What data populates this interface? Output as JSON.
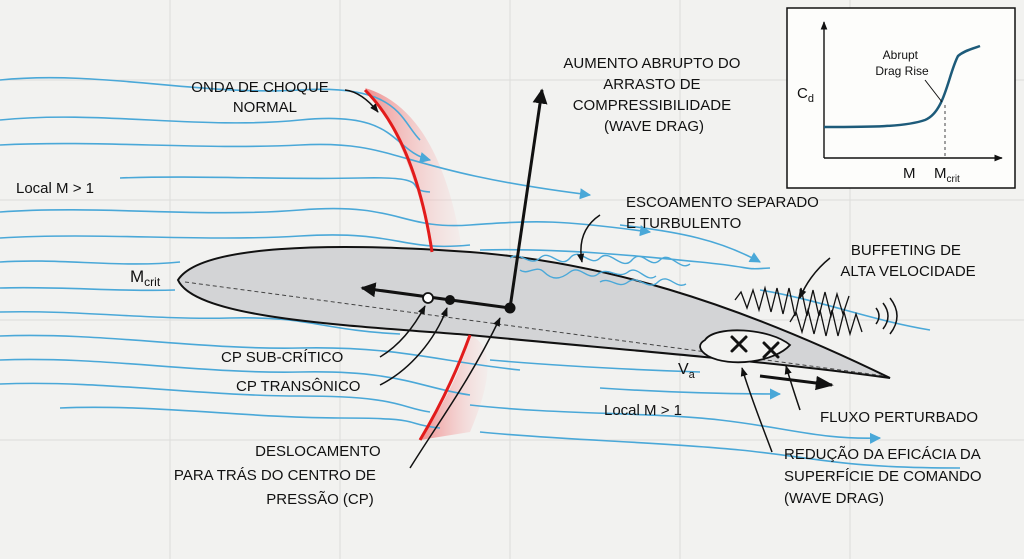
{
  "labels": {
    "shock_wave": [
      "ONDA DE CHOQUE",
      "NORMAL"
    ],
    "wave_drag": [
      "AUMENTO ABRUPTO DO",
      "ARRASTO DE",
      "COMPRESSIBILIDADE",
      "(WAVE DRAG)"
    ],
    "local_m_top": "Local M > 1",
    "local_m_bottom": "Local M > 1",
    "separated_flow": [
      "ESCOAMENTO SEPARADO",
      "E TURBULENTO"
    ],
    "buffeting": [
      "BUFFETING DE",
      "ALTA VELOCIDADE"
    ],
    "mcrit_main": "M",
    "mcrit_sub": "crit",
    "cp_subcritical": "CP SUB-CRÍTICO",
    "cp_transonic": "CP TRANSÔNICO",
    "cp_shift": [
      "DESLOCAMENTO",
      "PARA TRÁS DO CENTRO DE",
      "PRESSÃO (CP)"
    ],
    "va_main": "V",
    "va_sub": "a",
    "disturbed_flow": "FLUXO PERTURBADO",
    "control_reduction": [
      "REDUÇÃO DA EFICÁCIA DA",
      "SUPERFÍCIE DE COMANDO",
      "(WAVE DRAG)"
    ]
  },
  "inset": {
    "ylabel_main": "C",
    "ylabel_sub": "d",
    "xlabel": "M",
    "xcrit_main": "M",
    "xcrit_sub": "crit",
    "annotation": [
      "Abrupt",
      "Drag Rise"
    ]
  },
  "colors": {
    "streamline": "#4aa8d8",
    "shock": "#e21b1b",
    "shock_band": "#f4b6b6",
    "airfoil_fill": "#d3d4d6",
    "curve": "#1d5b7a"
  }
}
